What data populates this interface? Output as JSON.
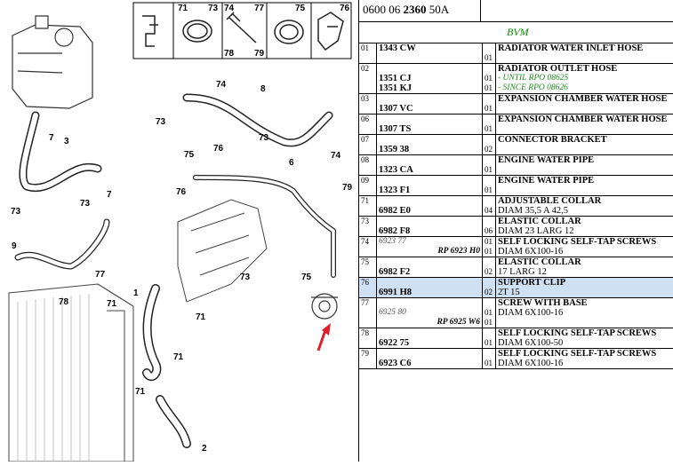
{
  "header": {
    "code_prefix": "0600 06",
    "code_bold": "2360",
    "code_suffix": "50A"
  },
  "subheader": {
    "bvm": "BVM"
  },
  "parts": [
    {
      "idx": "01",
      "ref": [
        [
          "1343 CW",
          "b"
        ]
      ],
      "qty": [
        "",
        "01"
      ],
      "desc": [
        [
          "RADIATOR WATER INLET HOSE",
          "b"
        ]
      ]
    },
    {
      "idx": "02",
      "ref": [
        [
          "",
          ""
        ],
        [
          "1351 CJ",
          "b"
        ],
        [
          "1351 KJ",
          "b"
        ]
      ],
      "qty": [
        "",
        "01",
        "01"
      ],
      "desc": [
        [
          "RADIATOR OUTLET HOSE",
          "b"
        ],
        [
          "- UNTIL RPO 08625",
          "g"
        ],
        [
          "- SINCE RPO 08626",
          "g"
        ]
      ]
    },
    {
      "idx": "03",
      "ref": [
        [
          "",
          ""
        ],
        [
          "1307 VC",
          "b"
        ]
      ],
      "qty": [
        "",
        "01"
      ],
      "desc": [
        [
          "EXPANSION CHAMBER WATER HOSE",
          "b"
        ]
      ]
    },
    {
      "idx": "06",
      "ref": [
        [
          "",
          ""
        ],
        [
          "1307 TS",
          "b"
        ]
      ],
      "qty": [
        "",
        "01"
      ],
      "desc": [
        [
          "EXPANSION CHAMBER WATER HOSE",
          "b"
        ]
      ]
    },
    {
      "idx": "07",
      "ref": [
        [
          "",
          ""
        ],
        [
          "1359 38",
          "b"
        ]
      ],
      "qty": [
        "",
        "02"
      ],
      "desc": [
        [
          "CONNECTOR BRACKET",
          "b"
        ]
      ]
    },
    {
      "idx": "08",
      "ref": [
        [
          "",
          ""
        ],
        [
          "1323 CA",
          "b"
        ]
      ],
      "qty": [
        "",
        "01"
      ],
      "desc": [
        [
          "ENGINE WATER PIPE",
          "b"
        ]
      ]
    },
    {
      "idx": "09",
      "ref": [
        [
          "",
          ""
        ],
        [
          "1323 F1",
          "b"
        ]
      ],
      "qty": [
        "",
        "01"
      ],
      "desc": [
        [
          "ENGINE WATER PIPE",
          "b"
        ]
      ]
    },
    {
      "idx": "71",
      "ref": [
        [
          "",
          ""
        ],
        [
          "6982 E0",
          "b"
        ]
      ],
      "qty": [
        "",
        "04"
      ],
      "desc": [
        [
          "ADJUSTABLE COLLAR",
          "b"
        ],
        [
          "DIAM 35,5 A 42,5",
          "nrm"
        ]
      ]
    },
    {
      "idx": "73",
      "ref": [
        [
          "",
          ""
        ],
        [
          "6982 F8",
          "b"
        ]
      ],
      "qty": [
        "",
        "06"
      ],
      "desc": [
        [
          "ELASTIC COLLAR",
          "b"
        ],
        [
          "DIAM 23 LARG 12",
          "nrm"
        ]
      ]
    },
    {
      "idx": "74",
      "ref": [
        [
          "6923 77",
          "it"
        ],
        [
          "RP 6923 H0",
          "rt"
        ]
      ],
      "qty": [
        "01",
        "01"
      ],
      "desc": [
        [
          "SELF LOCKING SELF-TAP SCREWS",
          "b"
        ],
        [
          "DIAM 6X100-16",
          "nrm"
        ]
      ]
    },
    {
      "idx": "75",
      "ref": [
        [
          "",
          ""
        ],
        [
          "6982 F2",
          "b"
        ]
      ],
      "qty": [
        "",
        "02"
      ],
      "desc": [
        [
          "ELASTIC COLLAR",
          "b"
        ],
        [
          "17 LARG 12",
          "nrm"
        ]
      ]
    },
    {
      "idx": "76",
      "ref": [
        [
          "",
          ""
        ],
        [
          "6991 H8",
          "b"
        ]
      ],
      "qty": [
        "",
        "02"
      ],
      "desc": [
        [
          "SUPPORT CLIP",
          "b"
        ],
        [
          "2T 15",
          "nrm"
        ]
      ],
      "highlight": true
    },
    {
      "idx": "77",
      "ref": [
        [
          "",
          ""
        ],
        [
          "6925 80",
          "it"
        ],
        [
          "RP 6925 W6",
          "rt"
        ]
      ],
      "qty": [
        "",
        "01",
        "01"
      ],
      "desc": [
        [
          "SCREW WITH BASE",
          "b"
        ],
        [
          "DIAM 6X100-16",
          "nrm"
        ]
      ]
    },
    {
      "idx": "78",
      "ref": [
        [
          "",
          ""
        ],
        [
          "6922 75",
          "b"
        ]
      ],
      "qty": [
        "",
        "01"
      ],
      "desc": [
        [
          "SELF LOCKING SELF-TAP SCREWS",
          "b"
        ],
        [
          "DIAM 6X100-50",
          "nrm"
        ]
      ]
    },
    {
      "idx": "79",
      "ref": [
        [
          "",
          ""
        ],
        [
          "6923 C6",
          "b"
        ]
      ],
      "qty": [
        "",
        "01"
      ],
      "desc": [
        [
          "SELF LOCKING SELF-TAP SCREWS",
          "b"
        ],
        [
          "DIAM 6X100-16",
          "nrm"
        ]
      ]
    }
  ],
  "inset_labels": [
    "71",
    "73",
    "74",
    "77",
    "75",
    "76",
    "78",
    "79"
  ],
  "callouts": [
    "1",
    "2",
    "3",
    "6",
    "7",
    "8",
    "9",
    "71",
    "73",
    "74",
    "75",
    "76",
    "77",
    "78",
    "79"
  ]
}
